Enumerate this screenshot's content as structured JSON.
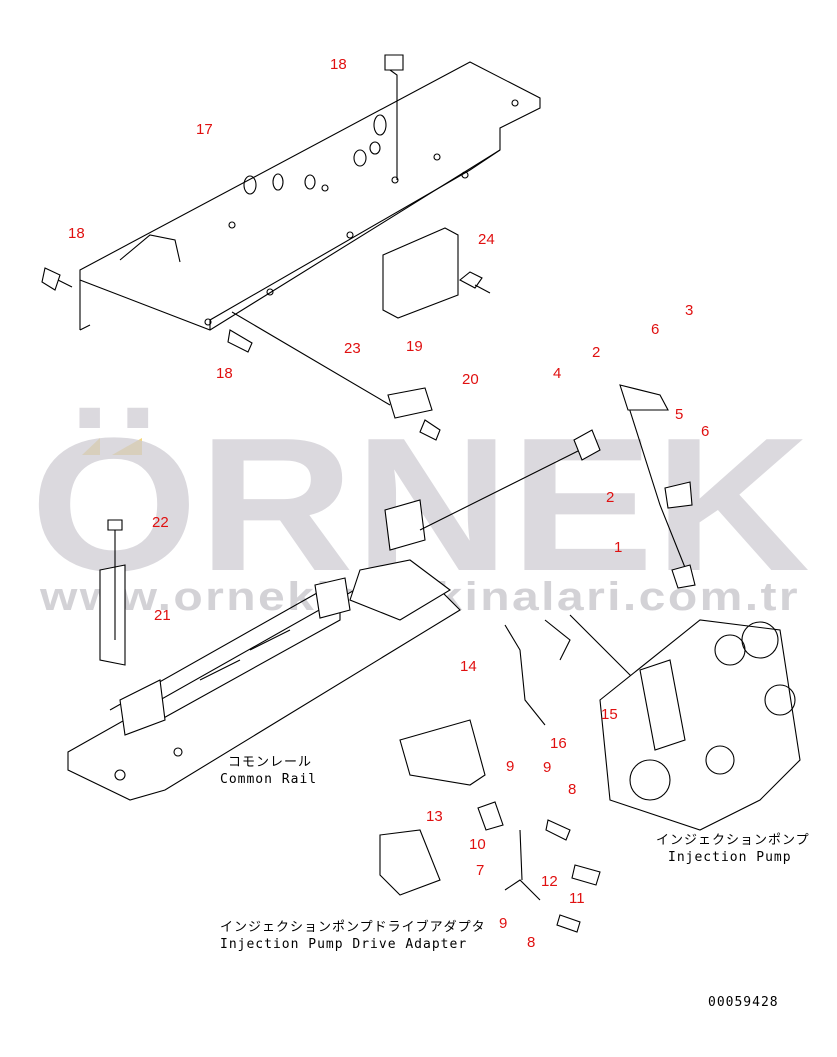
{
  "watermark": {
    "brand": "ÖRNEK",
    "url": "www.ornekismakinalari.com.tr",
    "accent_color": "#f5d77a"
  },
  "callouts": [
    "18",
    "17",
    "18",
    "24",
    "23",
    "19",
    "18",
    "20",
    "4",
    "2",
    "6",
    "3",
    "5",
    "6",
    "2",
    "1",
    "22",
    "21",
    "14",
    "15",
    "16",
    "9",
    "9",
    "8",
    "13",
    "10",
    "7",
    "12",
    "11",
    "9",
    "8"
  ],
  "captions": {
    "common_rail_jp": "コモンレール",
    "common_rail_en": "Common Rail",
    "injection_pump_jp": "インジェクションポンプ",
    "injection_pump_en": "Injection Pump",
    "drive_adapter_jp": "インジェクションポンプドライブアダプタ",
    "drive_adapter_en": "Injection Pump Drive Adapter"
  },
  "drawing_number": "00059428"
}
